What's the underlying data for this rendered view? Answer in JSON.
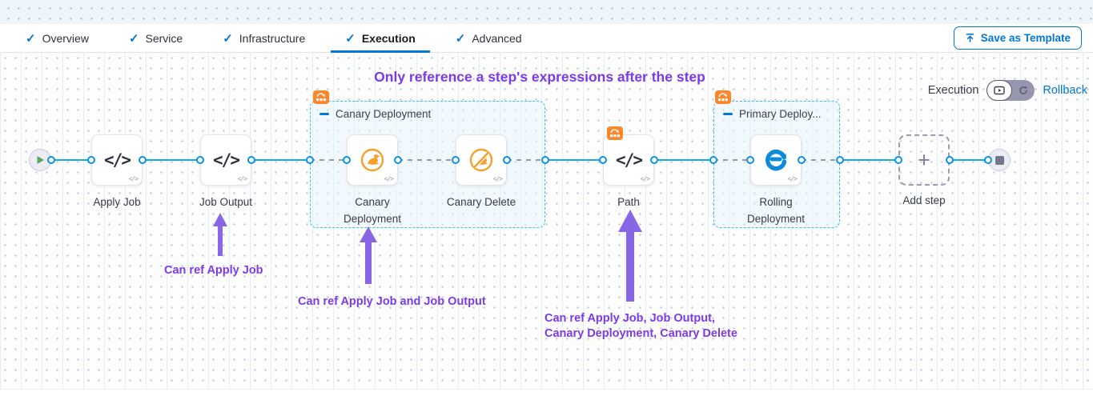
{
  "header": {
    "tabs": [
      "Overview",
      "Service",
      "Infrastructure",
      "Execution",
      "Advanced"
    ],
    "active_tab": "Execution",
    "save_as_template_label": "Save as Template"
  },
  "canvas": {
    "title": "Only reference a step's expressions after the step",
    "mode_toggle": {
      "execution_label": "Execution",
      "rollback_label": "Rollback"
    },
    "groups": {
      "canary": "Canary Deployment",
      "primary": "Primary Deploy..."
    },
    "nodes": {
      "apply_job": "Apply Job",
      "job_output": "Job Output",
      "canary_deployment": "Canary Deployment",
      "canary_delete": "Canary Delete",
      "path": "Path",
      "rolling_deployment": "Rolling Deployment",
      "add_step": "Add step"
    },
    "annotations": {
      "ref1": "Can ref Apply Job",
      "ref2": "Can ref Apply Job and Job Output",
      "ref3_line1": "Can ref Apply Job, Job Output,",
      "ref3_line2": "Canary Deployment, Canary Delete"
    }
  },
  "icons": {
    "check": "✓",
    "code": "</>",
    "plus": "+"
  },
  "colors": {
    "accent_blue": "#0278D5",
    "connector_blue": "#17a9e8",
    "group_border": "#41bce8",
    "badge_orange": "#ff8628",
    "canary_orange": "#f3a02d",
    "rolling_blue": "#0a8bdb",
    "annotation_purple": "#7d3be8",
    "arrow_purple": "#8866e6",
    "play_green": "#57a85c"
  }
}
